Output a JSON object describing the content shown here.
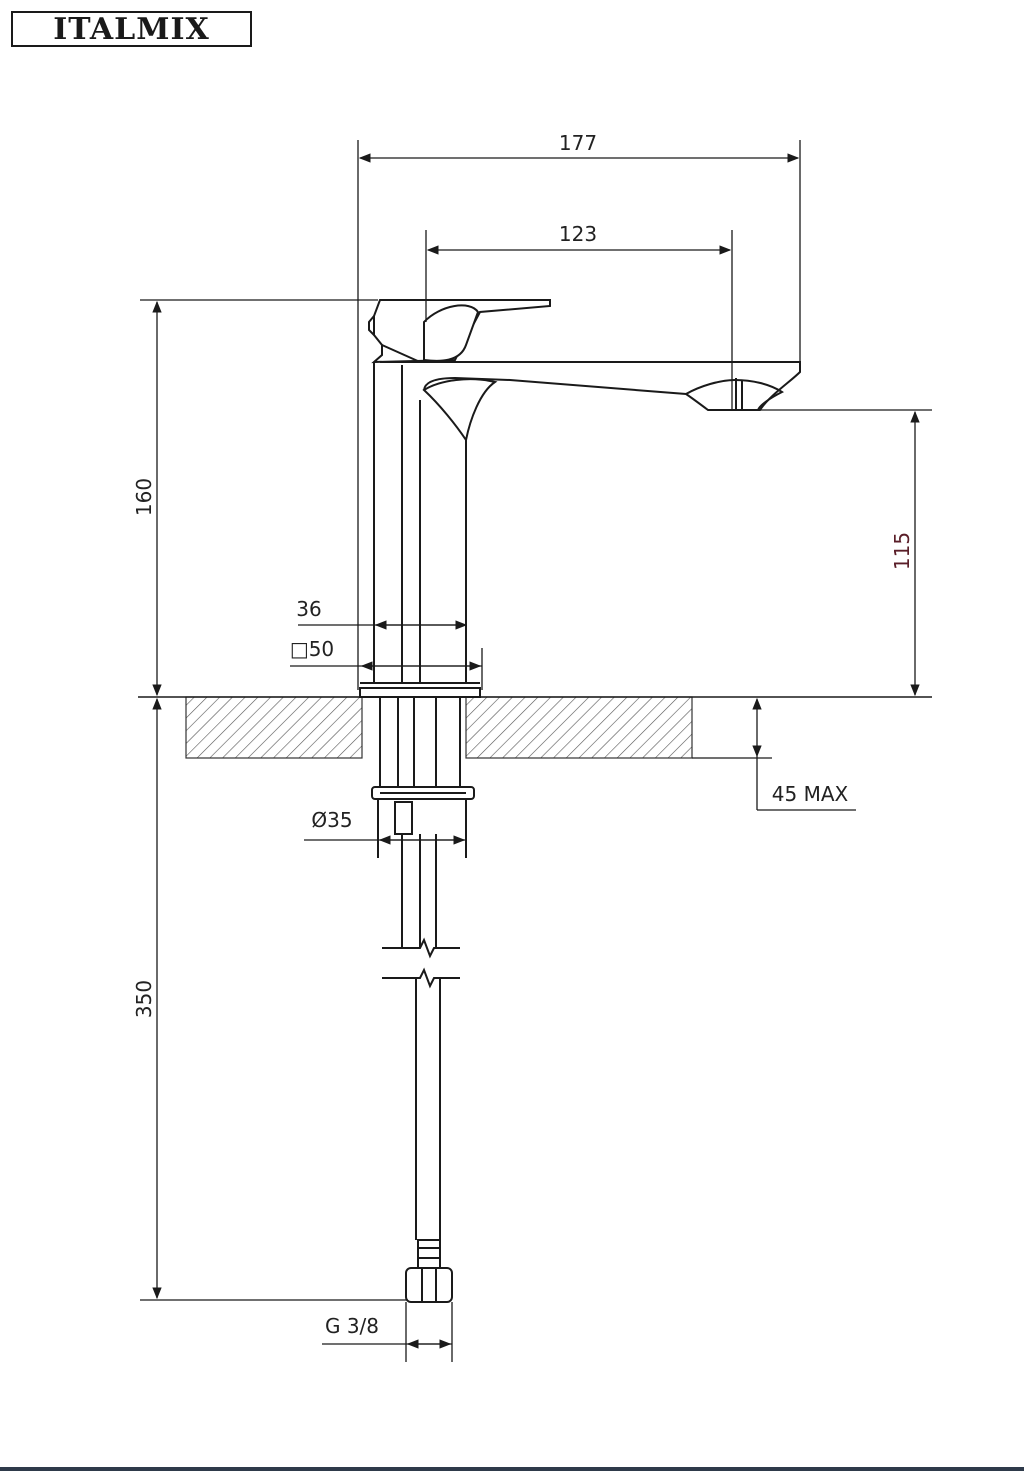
{
  "brand": {
    "name": "ITALMIX"
  },
  "dimensions": {
    "total_projection": "177",
    "spout_reach": "123",
    "total_height": "160",
    "spout_height": "115",
    "body_width": "36",
    "base_square": "□50",
    "max_deck_thickness": "45 MAX",
    "shank_diameter": "Ø35",
    "hose_length": "350",
    "hose_connection": "G 3/8"
  },
  "colors": {
    "line": "#1a1a1a",
    "hatch": "#444444",
    "accent_dim": "#5a1e28"
  }
}
